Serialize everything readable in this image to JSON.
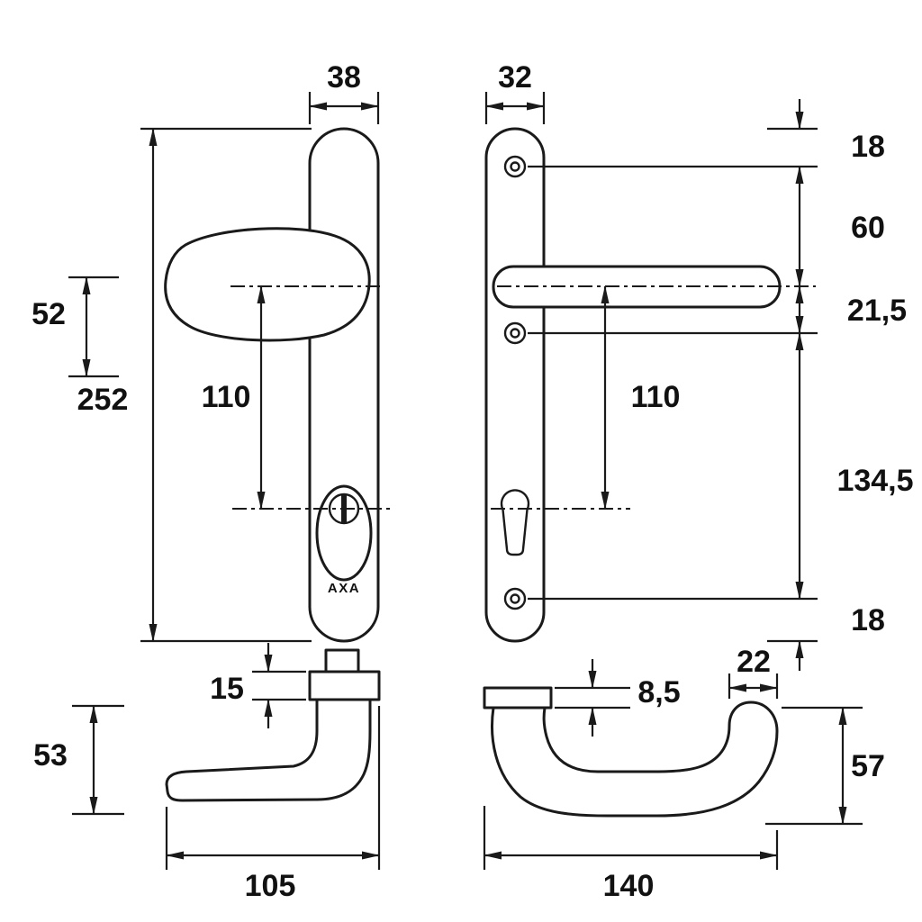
{
  "brand": "AXA",
  "views": {
    "front_knob": {
      "plate_width": "38",
      "knob_height": "52",
      "plate_height": "252",
      "handle_to_cylinder": "110"
    },
    "front_lever": {
      "plate_width": "32",
      "top_to_screw": "18",
      "screw_to_handle": "60",
      "handle_to_screw": "21,5",
      "screw_spacing": "134,5",
      "screw_to_bottom": "18",
      "handle_to_cylinder": "110"
    },
    "profile_knob": {
      "collar_height": "15",
      "height": "53",
      "length": "105"
    },
    "profile_lever": {
      "flange_thickness": "8,5",
      "grip_width": "22",
      "height": "57",
      "length": "140"
    }
  }
}
